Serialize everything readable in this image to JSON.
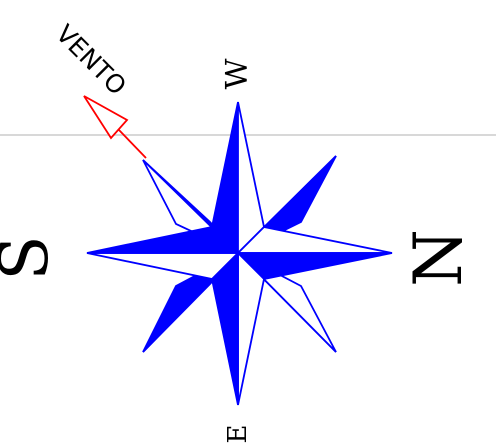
{
  "compass": {
    "north": "N",
    "south": "S",
    "west": "W",
    "east": "E",
    "wind_label": "VENTO"
  },
  "colors": {
    "rose_fill": "#0000ff",
    "rose_outline": "#0000ff",
    "arrow": "#ff0000",
    "divider": "#d8d8d8",
    "text": "#000000"
  },
  "icons": {
    "rose": "compass-rose-icon",
    "arrow": "wind-arrow-icon"
  }
}
